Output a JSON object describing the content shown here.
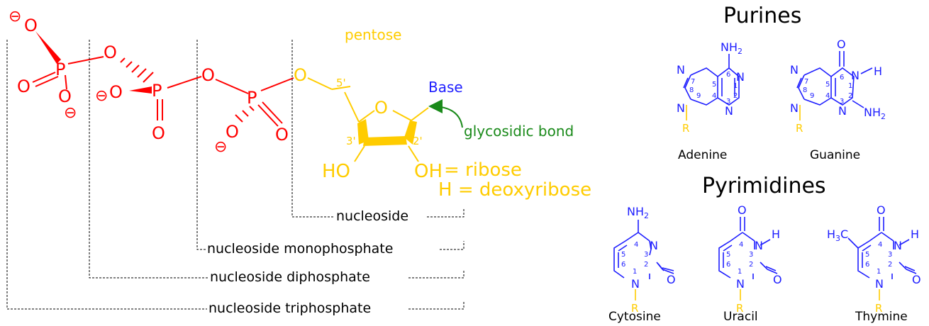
{
  "nucleotide": {
    "pentose_label": "pentose",
    "base_label": "Base",
    "glycosidic_label": "glycosidic bond",
    "ribose_label": "= ribose",
    "deoxyribose_label": "H = deoxyribose",
    "oh": "OH",
    "ho": "HO",
    "prime_5": "5'",
    "prime_3": "3'",
    "prime_2": "2'",
    "oxygen": "O",
    "phosphorus": "P",
    "charge": "⊖"
  },
  "brackets": {
    "nucleoside": "nucleoside",
    "monophosphate": "nucleoside monophosphate",
    "diphosphate": "nucleoside diphosphate",
    "triphosphate": "nucleoside triphosphate"
  },
  "bases": {
    "purines_title": "Purines",
    "pyrimidines_title": "Pyrimidines",
    "adenine": "Adenine",
    "guanine": "Guanine",
    "cytosine": "Cytosine",
    "uracil": "Uracil",
    "thymine": "Thymine",
    "nh2": "NH",
    "sub2": "2",
    "h3c": "H",
    "sub3": "3",
    "c": "C",
    "n": "N",
    "o": "O",
    "h": "H",
    "r": "R",
    "num_1": "1",
    "num_2": "2",
    "num_3": "3",
    "num_4": "4",
    "num_5": "5",
    "num_6": "6",
    "num_7": "7",
    "num_8": "8",
    "num_9": "9"
  },
  "colors": {
    "phosphate": "#ff0000",
    "sugar": "#ffcc00",
    "base": "#1e1eff",
    "bond": "#1a8a1a"
  }
}
